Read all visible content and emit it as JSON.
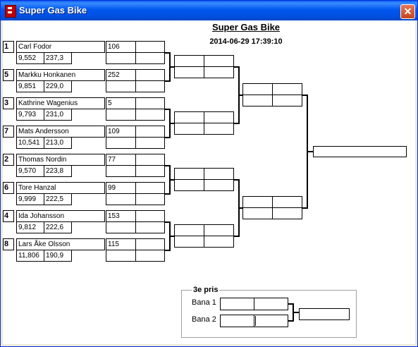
{
  "window": {
    "title": "Super Gas Bike",
    "close_label": "✕"
  },
  "header": {
    "title": "Super Gas Bike",
    "datetime": "2014-06-29 17:39:10"
  },
  "riders": [
    {
      "seed": "1",
      "name": "Carl Fodor",
      "time": "9,552",
      "speed": "237,3",
      "score": "106"
    },
    {
      "seed": "5",
      "name": "Markku Honkanen",
      "time": "9,851",
      "speed": "229,0",
      "score": "252"
    },
    {
      "seed": "3",
      "name": "Kathrine Wagenius",
      "time": "9,793",
      "speed": "231,0",
      "score": "5"
    },
    {
      "seed": "7",
      "name": "Mats Andersson",
      "time": "10,541",
      "speed": "213,0",
      "score": "109"
    },
    {
      "seed": "2",
      "name": "Thomas Nordin",
      "time": "9,570",
      "speed": "223,8",
      "score": "77"
    },
    {
      "seed": "6",
      "name": "Tore Hanzal",
      "time": "9,999",
      "speed": "222,5",
      "score": "99"
    },
    {
      "seed": "4",
      "name": "Ida Johansson",
      "time": "9,812",
      "speed": "222,6",
      "score": "153"
    },
    {
      "seed": "8",
      "name": "Lars Åke Olsson",
      "time": "11,806",
      "speed": "190,9",
      "score": "115"
    }
  ],
  "third_place": {
    "legend": "3e pris",
    "lane1": "Bana 1",
    "lane2": "Bana 2"
  }
}
